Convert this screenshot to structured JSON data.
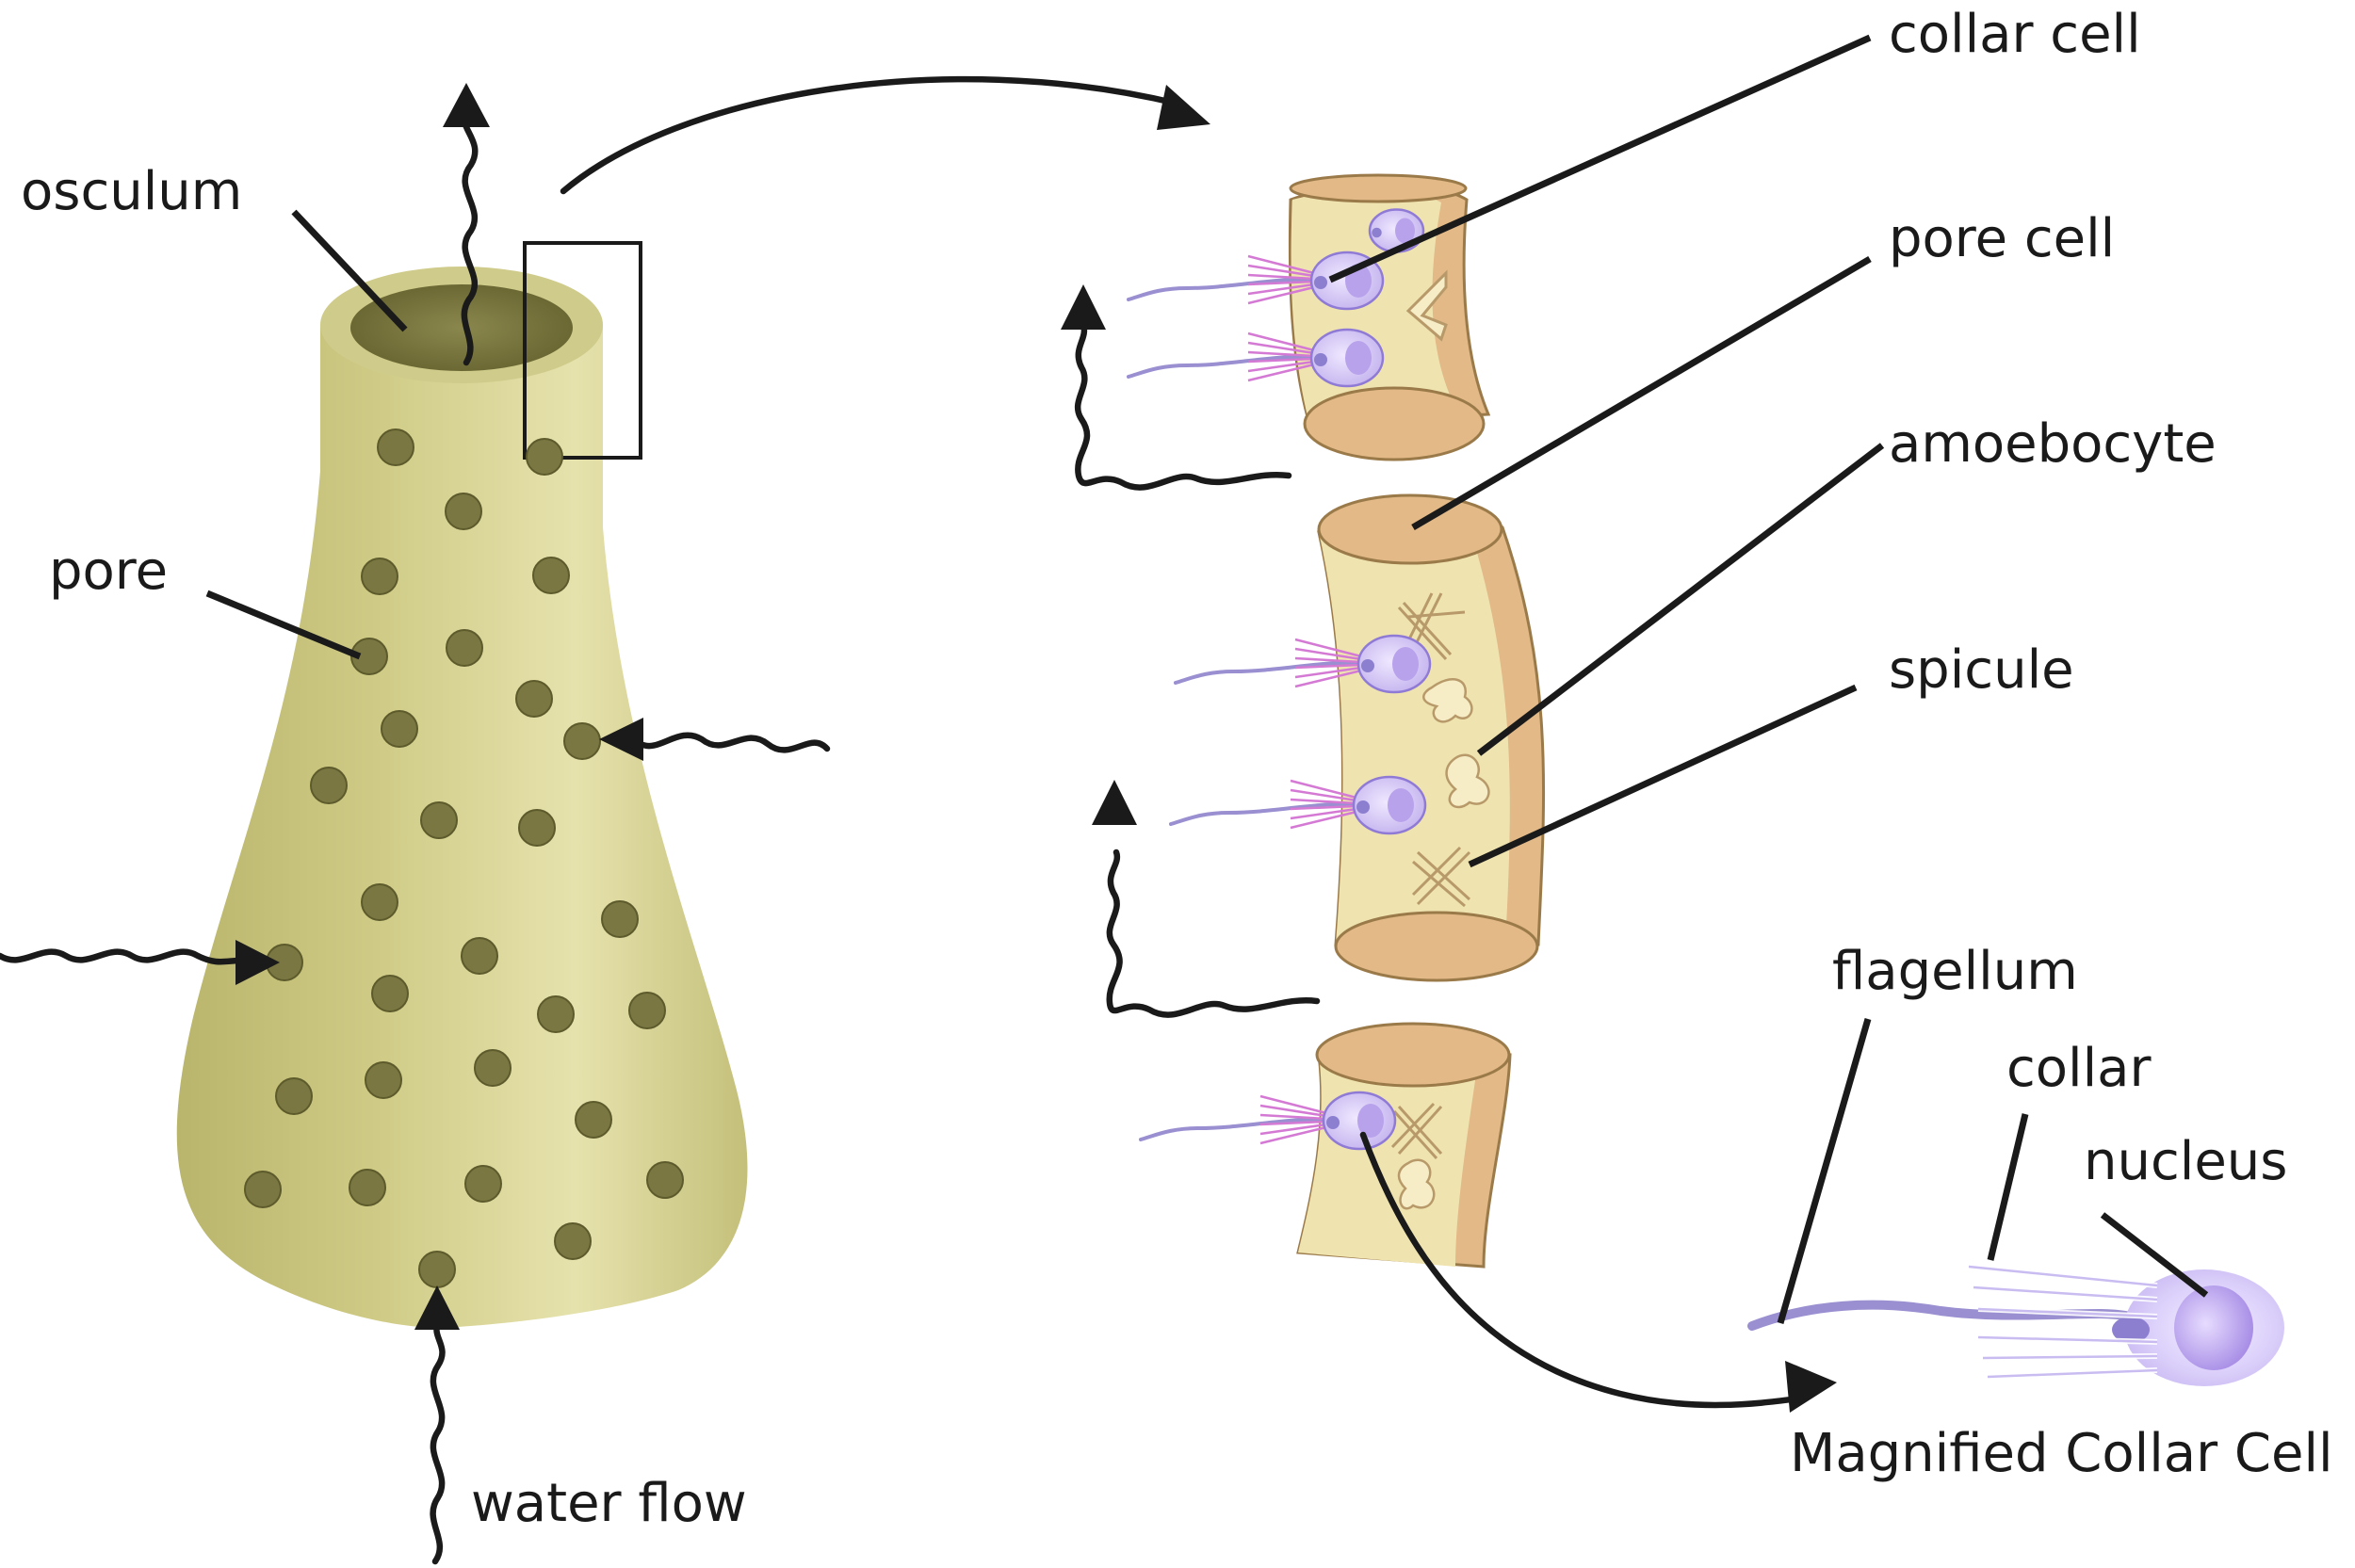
{
  "labels": {
    "osculum": "osculum",
    "pore": "pore",
    "water_flow": "water flow",
    "collar_cell": "collar cell",
    "pore_cell": "pore cell",
    "amoebocyte": "amoebocyte",
    "spicule": "spicule",
    "flagellum": "flagellum",
    "collar": "collar",
    "nucleus": "nucleus",
    "magnified_title": "Magnified Collar Cell"
  },
  "colors": {
    "sponge_body": "#c9c67e",
    "sponge_highlight": "#e3dfa8",
    "pore": "#7a7742",
    "tissue_outer": "#e2b987",
    "tissue_inner": "#efe4b0",
    "cell": "#cdbef0",
    "nucleus": "#a98be3",
    "collar": "#d47ad4",
    "flagellum": "#9a8fd0",
    "ink": "#1a1a1a"
  }
}
